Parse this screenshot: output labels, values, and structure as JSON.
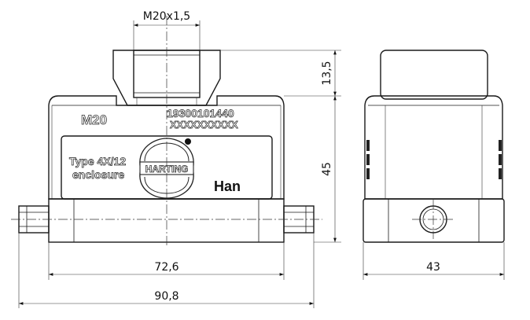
{
  "dimensions": {
    "thread": "M20x1,5",
    "gland_height": "13,5",
    "hood_height": "45",
    "inner_width": "72,6",
    "overall_width": "90,8",
    "side_width": "43"
  },
  "markings": {
    "entry_size": "M20",
    "part_number": "19300101440",
    "code_placeholder": "XXXXXXXXXX",
    "type_line1": "Type 4X/12",
    "type_line2": "enclosure",
    "brand": "HARTING",
    "series": "Han"
  },
  "colors": {
    "line": "#1a1a1a",
    "fill": "#ffffff",
    "hatch": "#555555"
  }
}
